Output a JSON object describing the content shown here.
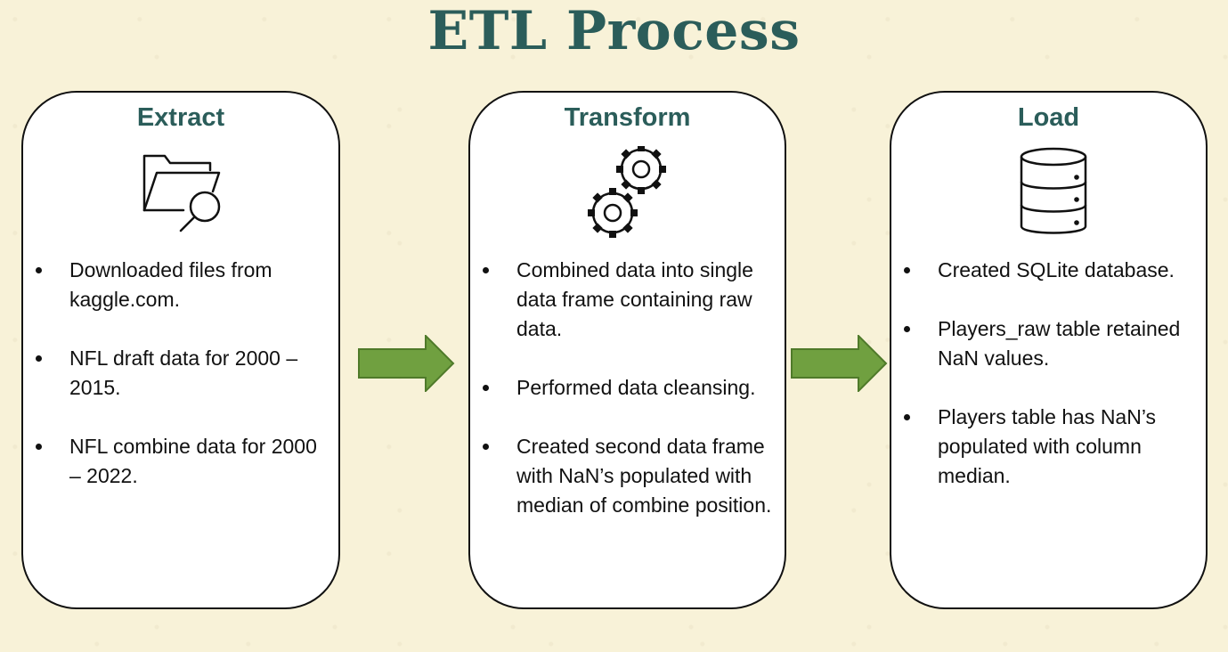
{
  "title": "ETL Process",
  "stages": [
    {
      "heading": "Extract",
      "icon": "folder-search-icon",
      "bullets": [
        "Downloaded files from kaggle.com.",
        "NFL draft data for 2000 – 2015.",
        "NFL combine data for 2000 – 2022."
      ]
    },
    {
      "heading": "Transform",
      "icon": "gears-icon",
      "bullets": [
        "Combined data into single data frame containing raw data.",
        "Performed data cleansing.",
        "Created second data frame with NaN’s populated with median of combine position."
      ]
    },
    {
      "heading": "Load",
      "icon": "database-icon",
      "bullets": [
        "Created SQLite database.",
        "Players_raw table retained NaN values.",
        "Players table has NaN’s populated with column median."
      ]
    }
  ],
  "colors": {
    "heading": "#2b5d5a",
    "arrow_fill": "#70a040",
    "arrow_stroke": "#4f7a2a",
    "background": "#f8f2d8"
  }
}
